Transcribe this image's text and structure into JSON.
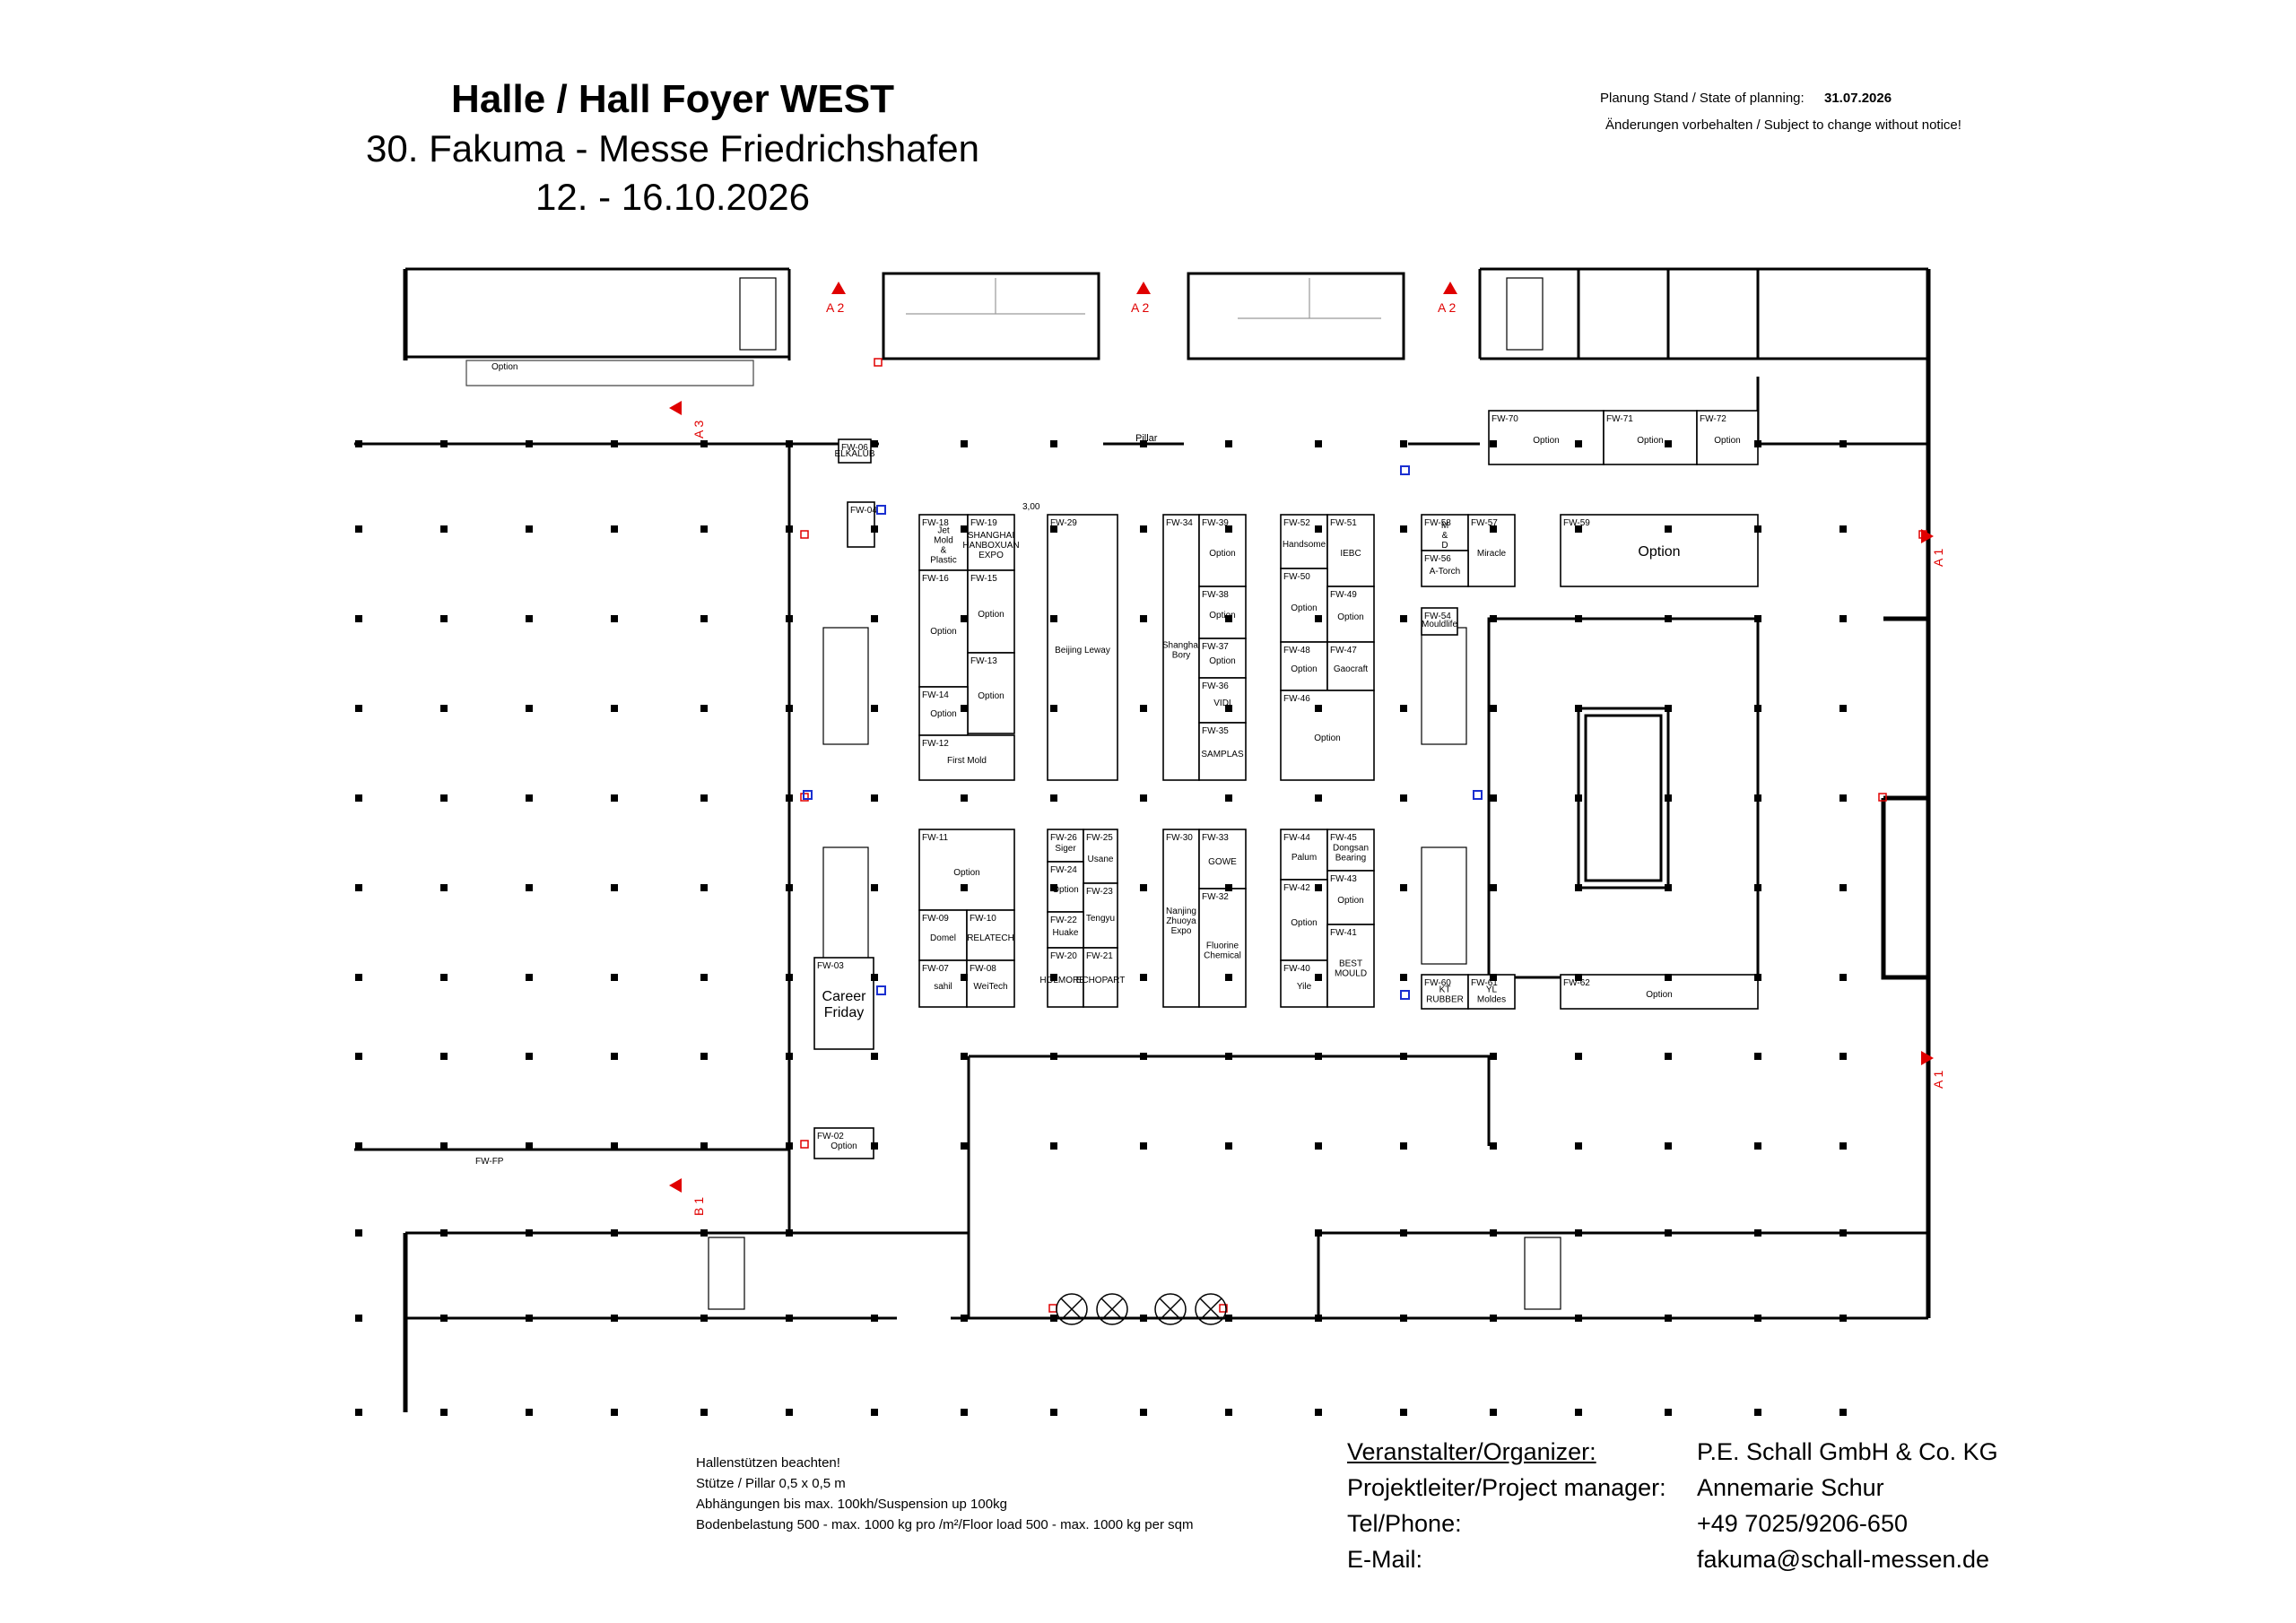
{
  "header": {
    "title": "Halle / Hall Foyer WEST",
    "event": "30. Fakuma - Messe Friedrichshafen",
    "dates": "12. - 16.10.2026"
  },
  "planning": {
    "label": "Planung Stand / State of planning:",
    "date": "31.07.2026",
    "notice": "Änderungen vorbehalten / Subject to change without notice!"
  },
  "notes": [
    "Hallenstützen beachten!",
    "Stütze / Pillar 0,5 x 0,5 m",
    "Abhängungen bis max. 100kh/Suspension up 100kg",
    "Bodenbelastung 500 - max. 1000 kg pro /m²/Floor load 500 - max. 1000 kg per sqm"
  ],
  "contact": {
    "organizer_label": "Veranstalter/Organizer:",
    "organizer": "P.E. Schall GmbH & Co. KG",
    "manager_label": "Projektleiter/Project manager:",
    "manager": "Annemarie Schur",
    "phone_label": "Tel/Phone:",
    "phone": "+49 7025/9206-650",
    "email_label": "E-Mail:",
    "email": "fakuma@schall-messen.de"
  },
  "map_labels": {
    "pillar": "Pillar",
    "dimension": "3,00",
    "option": "Option",
    "fw_fp": "FW-FP"
  },
  "exits": [
    {
      "id": "A 2"
    },
    {
      "id": "A 2"
    },
    {
      "id": "A 2"
    },
    {
      "id": "A 3"
    },
    {
      "id": "A 1"
    },
    {
      "id": "A 1"
    },
    {
      "id": "B 1"
    }
  ],
  "booths": [
    {
      "id": "FW-06",
      "name": "ELKALUB"
    },
    {
      "id": "FW-04",
      "name": ""
    },
    {
      "id": "FW-18",
      "name": "Jet Mold & Plastic"
    },
    {
      "id": "FW-19",
      "name": "SHANGHAI HANBOXUAN EXPO"
    },
    {
      "id": "FW-16",
      "name": "Option"
    },
    {
      "id": "FW-15",
      "name": "Option"
    },
    {
      "id": "FW-13",
      "name": "Option"
    },
    {
      "id": "FW-14",
      "name": "Option"
    },
    {
      "id": "FW-12",
      "name": "First Mold"
    },
    {
      "id": "FW-29",
      "name": "Beijing Leway"
    },
    {
      "id": "FW-34",
      "name": "Shanghai Bory"
    },
    {
      "id": "FW-39",
      "name": "Option"
    },
    {
      "id": "FW-38",
      "name": "Option"
    },
    {
      "id": "FW-37",
      "name": "Option"
    },
    {
      "id": "FW-36",
      "name": "VIDI"
    },
    {
      "id": "FW-35",
      "name": "SAMPLAS"
    },
    {
      "id": "FW-52",
      "name": "Handsome"
    },
    {
      "id": "FW-51",
      "name": "IEBC"
    },
    {
      "id": "FW-50",
      "name": "Option"
    },
    {
      "id": "FW-49",
      "name": "Option"
    },
    {
      "id": "FW-48",
      "name": "Option"
    },
    {
      "id": "FW-47",
      "name": "Gaocraft"
    },
    {
      "id": "FW-46",
      "name": "Option"
    },
    {
      "id": "FW-58",
      "name": "M & D"
    },
    {
      "id": "FW-57",
      "name": "Miracle"
    },
    {
      "id": "FW-56",
      "name": "A-Torch"
    },
    {
      "id": "FW-54",
      "name": "Mouldlife"
    },
    {
      "id": "FW-59",
      "name": "Option"
    },
    {
      "id": "FW-70",
      "name": "Option"
    },
    {
      "id": "FW-71",
      "name": "Option"
    },
    {
      "id": "FW-72",
      "name": "Option"
    },
    {
      "id": "FW-11",
      "name": "Option"
    },
    {
      "id": "FW-09",
      "name": "Domel"
    },
    {
      "id": "FW-10",
      "name": "RELATECH"
    },
    {
      "id": "FW-07",
      "name": "sahil"
    },
    {
      "id": "FW-08",
      "name": "WeiTech"
    },
    {
      "id": "FW-26",
      "name": "Siger"
    },
    {
      "id": "FW-25",
      "name": "Usane"
    },
    {
      "id": "FW-24",
      "name": "Option"
    },
    {
      "id": "FW-23",
      "name": "Tengyu"
    },
    {
      "id": "FW-22",
      "name": "Huake"
    },
    {
      "id": "FW-20",
      "name": "HOLMORES"
    },
    {
      "id": "FW-21",
      "name": "ECHOPART"
    },
    {
      "id": "FW-30",
      "name": "Nanjing Zhuoya Expo"
    },
    {
      "id": "FW-33",
      "name": "GOWE"
    },
    {
      "id": "FW-32",
      "name": "Fluorine Chemical"
    },
    {
      "id": "FW-44",
      "name": "Palum"
    },
    {
      "id": "FW-45",
      "name": "Dongsan Bearing"
    },
    {
      "id": "FW-43",
      "name": "Option"
    },
    {
      "id": "FW-42",
      "name": "Option"
    },
    {
      "id": "FW-40",
      "name": "Yile"
    },
    {
      "id": "FW-41",
      "name": "BEST MOULD"
    },
    {
      "id": "FW-60",
      "name": "KT RUBBER"
    },
    {
      "id": "FW-61",
      "name": "YL Moldes"
    },
    {
      "id": "FW-62",
      "name": "Option"
    },
    {
      "id": "FW-03",
      "name": "Career Friday"
    },
    {
      "id": "FW-02",
      "name": "Option"
    }
  ]
}
